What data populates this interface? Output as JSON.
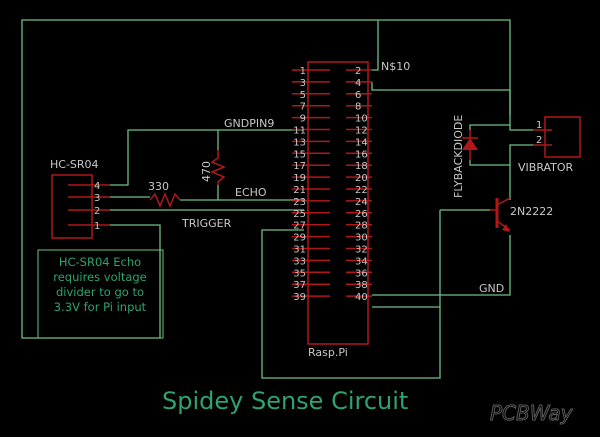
{
  "title": "Spidey Sense Circuit",
  "note_lines": [
    "HC-SR04 Echo",
    "requires voltage",
    "divider to go to",
    "3.3V for Pi input"
  ],
  "logo": "PCBWay",
  "parts": {
    "sensor": {
      "name": "HC-SR04",
      "pins": [
        "4",
        "3",
        "2",
        "1"
      ]
    },
    "pi": {
      "name": "Rasp.Pi"
    },
    "resistor_series": "330",
    "resistor_divider": "470",
    "diode": "FLYBACKDIODE",
    "motor": {
      "name": "VIBRATOR",
      "pins": [
        "1",
        "2"
      ]
    },
    "transistor": "2N2222"
  },
  "nets": {
    "n10": "N$10",
    "gndpin9": "GNDPIN9",
    "echo": "ECHO",
    "trigger": "TRIGGER",
    "gnd": "GND"
  },
  "pi_pins_left": [
    "1",
    "3",
    "5",
    "7",
    "9",
    "11",
    "13",
    "15",
    "17",
    "19",
    "21",
    "23",
    "25",
    "27",
    "29",
    "31",
    "33",
    "35",
    "37",
    "39"
  ],
  "pi_pins_right": [
    "2",
    "4",
    "6",
    "8",
    "10",
    "12",
    "14",
    "16",
    "18",
    "20",
    "22",
    "24",
    "26",
    "28",
    "30",
    "32",
    "34",
    "36",
    "38",
    "40"
  ]
}
